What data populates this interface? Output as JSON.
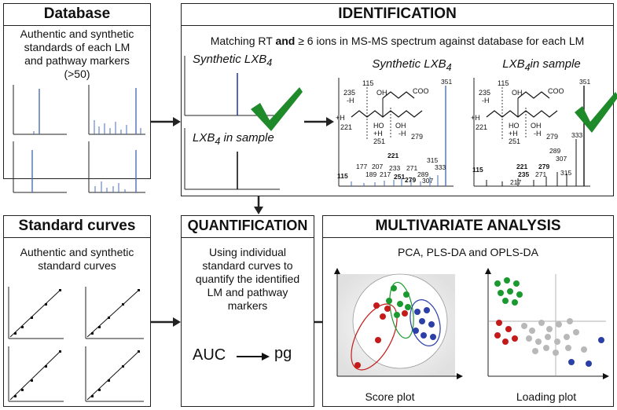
{
  "database": {
    "title": "Database",
    "desc_lines": [
      "Authentic and synthetic",
      "standards of each LM",
      "and pathway markers",
      "(>50)"
    ]
  },
  "identification": {
    "title": "IDENTIFICATION",
    "desc_prefix": "Matching RT ",
    "desc_bold": "and",
    "desc_suffix": " ≥ 6 ions in MS-MS spectrum against database for each LM",
    "chrom_synthetic_label": "Synthetic LXB",
    "chrom_sample_label": "LXB",
    "chrom_sample_label_suffix": " in sample",
    "spec_synthetic_label": "Synthetic LXB",
    "spec_sample_label": "LXB",
    "spec_sample_label_suffix": "in sample",
    "subscript": "4",
    "spec_synthetic_peaks": [
      "115",
      "177",
      "189",
      "207",
      "217",
      "221",
      "233",
      "251",
      "279",
      "271",
      "289",
      "307",
      "315",
      "333",
      "351"
    ],
    "spec_sample_peaks": [
      "115",
      "221",
      "235",
      "217",
      "279",
      "271",
      "289",
      "307",
      "315",
      "333",
      "351"
    ],
    "structure_labels": [
      "115",
      "235",
      "-H",
      "OH",
      "COO",
      "-",
      "+H",
      "221",
      "HO",
      "OH",
      "+H",
      "-H",
      "251",
      "279"
    ]
  },
  "standard_curves": {
    "title": "Standard curves",
    "desc_lines": [
      "Authentic and synthetic",
      "standard curves"
    ]
  },
  "quantification": {
    "title": "QUANTIFICATION",
    "desc_lines": [
      "Using individual",
      "standard curves to",
      "quantify the identified",
      "LM and pathway",
      "markers"
    ],
    "auc": "AUC",
    "pg": "pg"
  },
  "multivariate": {
    "title": "MULTIVARIATE ANALYSIS",
    "subtitle": "PCA, PLS-DA and OPLS-DA",
    "score_caption": "Score plot",
    "loading_caption": "Loading plot"
  },
  "colors": {
    "green": "#1a9a2e",
    "red": "#c41a1a",
    "blue": "#2b3fa8",
    "gray": "#b8b8b8",
    "spectrum_blue": "#4a6fb5",
    "check_green": "#1f8a2a"
  }
}
